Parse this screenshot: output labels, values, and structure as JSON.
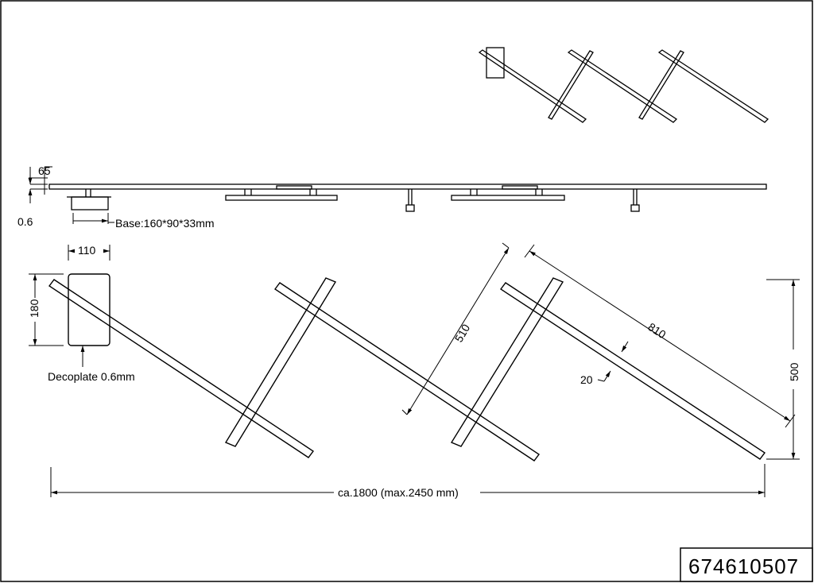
{
  "drawing": {
    "product_code": "674610507",
    "side_view": {
      "height_label": "65",
      "plate_label": "0.6",
      "base_label": "Base:160*90*33mm"
    },
    "front_view": {
      "decoplate_width_label": "110",
      "decoplate_height_label": "180",
      "decoplate_label": "Decoplate 0.6mm",
      "bar_spacing_label": "510",
      "bar_length_label": "810",
      "bar_width_label": "20",
      "overall_height_label": "500",
      "overall_width_label": "ca.1800 (max.2450 mm)"
    },
    "colors": {
      "line": "#000000",
      "background": "#ffffff"
    }
  }
}
